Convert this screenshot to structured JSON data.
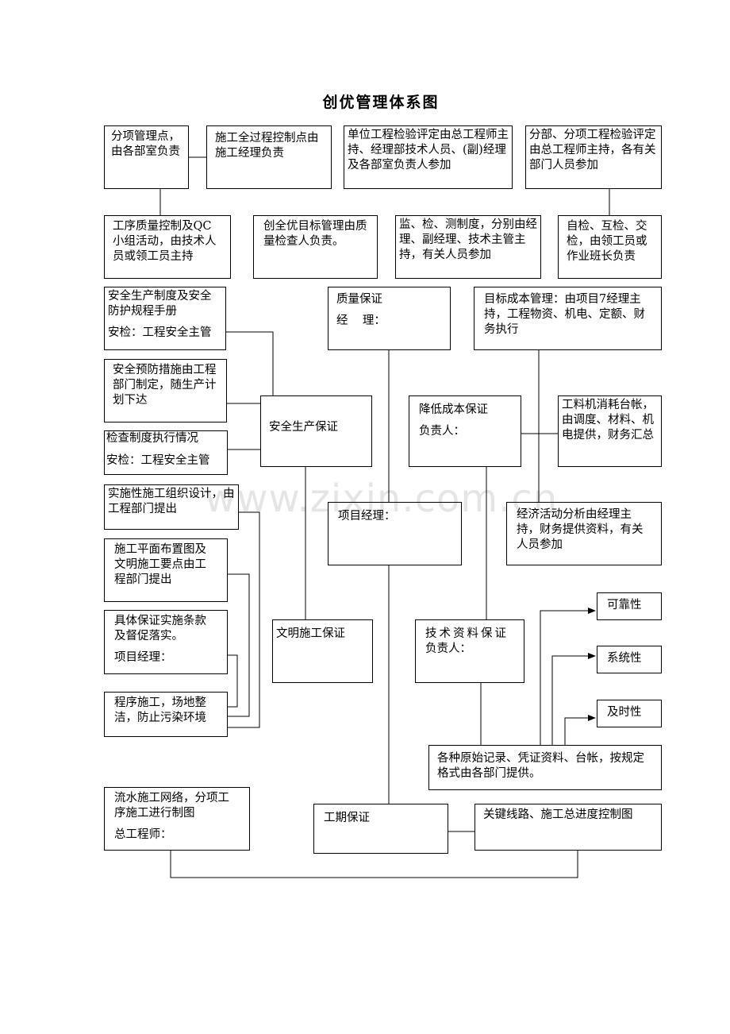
{
  "title": "创优管理体系图",
  "watermark": "www.zixin.com.cn",
  "boxes": {
    "b1": "分项管理点，由各部室负责",
    "b2": "施工全过程控制点由施工经理负责",
    "b3": "单位工程检验评定由总工程师主持、经理部技术人员、(副)经理及各部室负责人参加",
    "b4": "分部、分项工程检验评定由总工程师主持，各有关部门人员参加",
    "b5": "工序质量控制及QC小组活动，由技术人员或领工员主持",
    "b6": "创全优目标管理由质量检查人负责。",
    "b7": "监、检、测制度，分别由经理、副经理、技术主管主持，有关人员参加",
    "b8": "自检、互检、交检，由领工员或作业班长负责",
    "b9a": "安全生产制度及安全防护规程手册",
    "b9b": "安检：工程安全主管",
    "b10a": "质量保证",
    "b10b": "经    理：",
    "b11": "目标成本管理：由项目7经理主持，工程物资、机电、定额、财务执行",
    "b12": "安全预防措施由工程部门制定，随生产计划下达",
    "b13": "安全生产保证",
    "b14a": "降低成本保证",
    "b14b": "负责人：",
    "b15": "工料机消耗台帐，由调度、材料、机电提供，财务汇总",
    "b16a": "检查制度执行情况",
    "b16b": "安检：工程安全主管",
    "b17": "实施性施工组织设计，由工程部门提出",
    "b18": "项目经理：",
    "b19": "经济活动分析由经理主持，财务提供资料，有关人员参加",
    "b20": "施工平面布置图及文明施工要点由工程部门提出",
    "b21": "可靠性",
    "b22a": "具体保证实施条款及督促落实。",
    "b22b": "项目经理：",
    "b23": "文明施工保证",
    "b24a": "技术资料保证",
    "b24b": "负责人：",
    "b25": "系统性",
    "b26": "程序施工，场地整洁，防止污染环境",
    "b27": "及时性",
    "b28": "各种原始记录、凭证资料、台帐，按规定格式由各部门提供。",
    "b29a": "流水施工网络，分项工序施工进行制图",
    "b29b": "总工程师：",
    "b30": "工期保证",
    "b31": "关键线路、施工总进度控制图"
  }
}
